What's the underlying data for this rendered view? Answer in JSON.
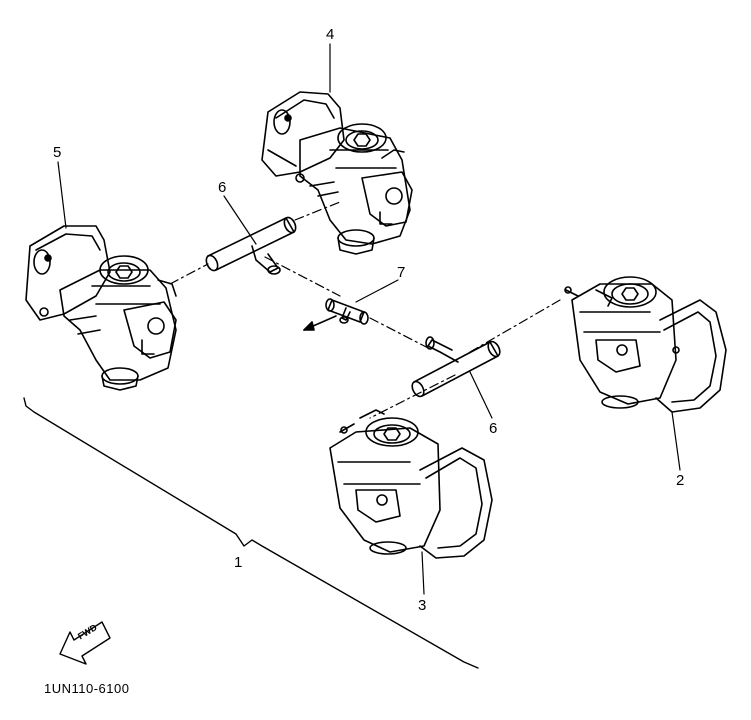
{
  "callouts": {
    "carb_assembly": "1",
    "carb_2": "2",
    "carb_3": "3",
    "carb_4": "4",
    "carb_5": "5",
    "joint_pipe_upper": "6",
    "joint_pipe_lower": "6",
    "joint_7": "7"
  },
  "forward_arrow_label": "FWD",
  "drawing_code": "1UN110-6100",
  "colors": {
    "line": "#000000",
    "background": "#ffffff"
  }
}
